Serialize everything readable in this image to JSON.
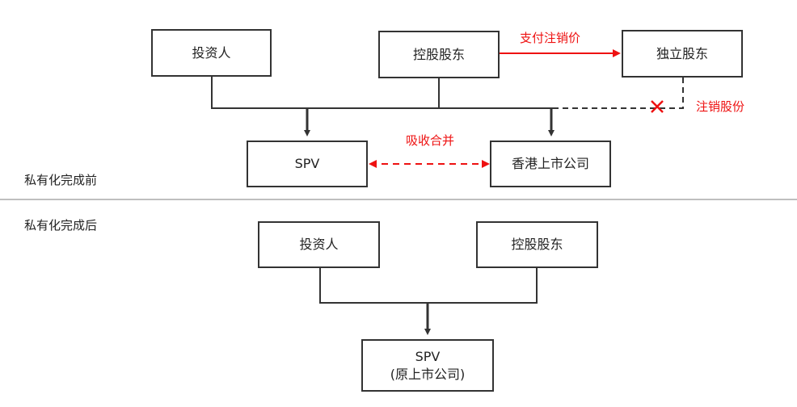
{
  "before": {
    "section_label": "私有化完成前",
    "investor": "投资人",
    "controlling_shareholder": "控股股东",
    "independent_shareholder": "独立股东",
    "spv": "SPV",
    "hk_listed_company": "香港上市公司",
    "pay_cancellation_price": "支付注销价",
    "cancel_shares": "注销股份",
    "absorb_merge": "吸收合并"
  },
  "after": {
    "section_label": "私有化完成后",
    "investor": "投资人",
    "controlling_shareholder": "控股股东",
    "spv_line1": "SPV",
    "spv_line2": "(原上市公司)"
  },
  "colors": {
    "line": "#333333",
    "accent_red": "#ee1111",
    "divider": "#aaaaaa"
  }
}
